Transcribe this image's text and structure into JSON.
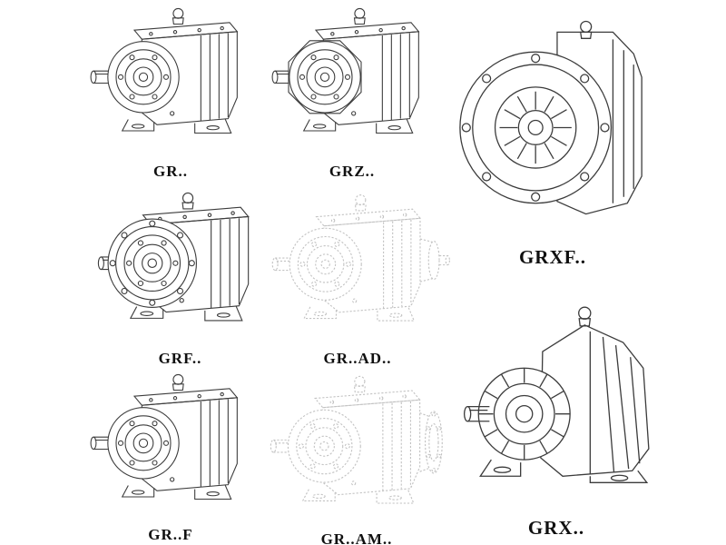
{
  "page": {
    "background_color": "#ffffff",
    "line_color": "#3c3c3c",
    "faded_line_color": "#c2c2c2"
  },
  "figures": [
    {
      "id": "gr",
      "label": "GR..",
      "drawing": "foot-mounted-helical-gearbox",
      "render": "solid"
    },
    {
      "id": "grz",
      "label": "GRZ..",
      "drawing": "foot-mounted-helical-gearbox-variant",
      "render": "solid"
    },
    {
      "id": "grxf",
      "label": "GRXF..",
      "drawing": "flange-front-helical-gearbox",
      "render": "solid"
    },
    {
      "id": "grf",
      "label": "GRF..",
      "drawing": "flange-mounted-helical-gearbox",
      "render": "solid"
    },
    {
      "id": "grad",
      "label": "GR..AD..",
      "drawing": "gearbox-with-input-shaft-adapter",
      "render": "faded-dashed"
    },
    {
      "id": "grx",
      "label": "GRX..",
      "drawing": "large-foot-mounted-helical-gearbox",
      "render": "solid"
    },
    {
      "id": "grff",
      "label": "GR..F",
      "drawing": "foot-mounted-helical-gearbox",
      "render": "solid"
    },
    {
      "id": "gram",
      "label": "GR..AM..",
      "drawing": "gearbox-with-motor-adapter-flange",
      "render": "faded-dashed"
    }
  ]
}
